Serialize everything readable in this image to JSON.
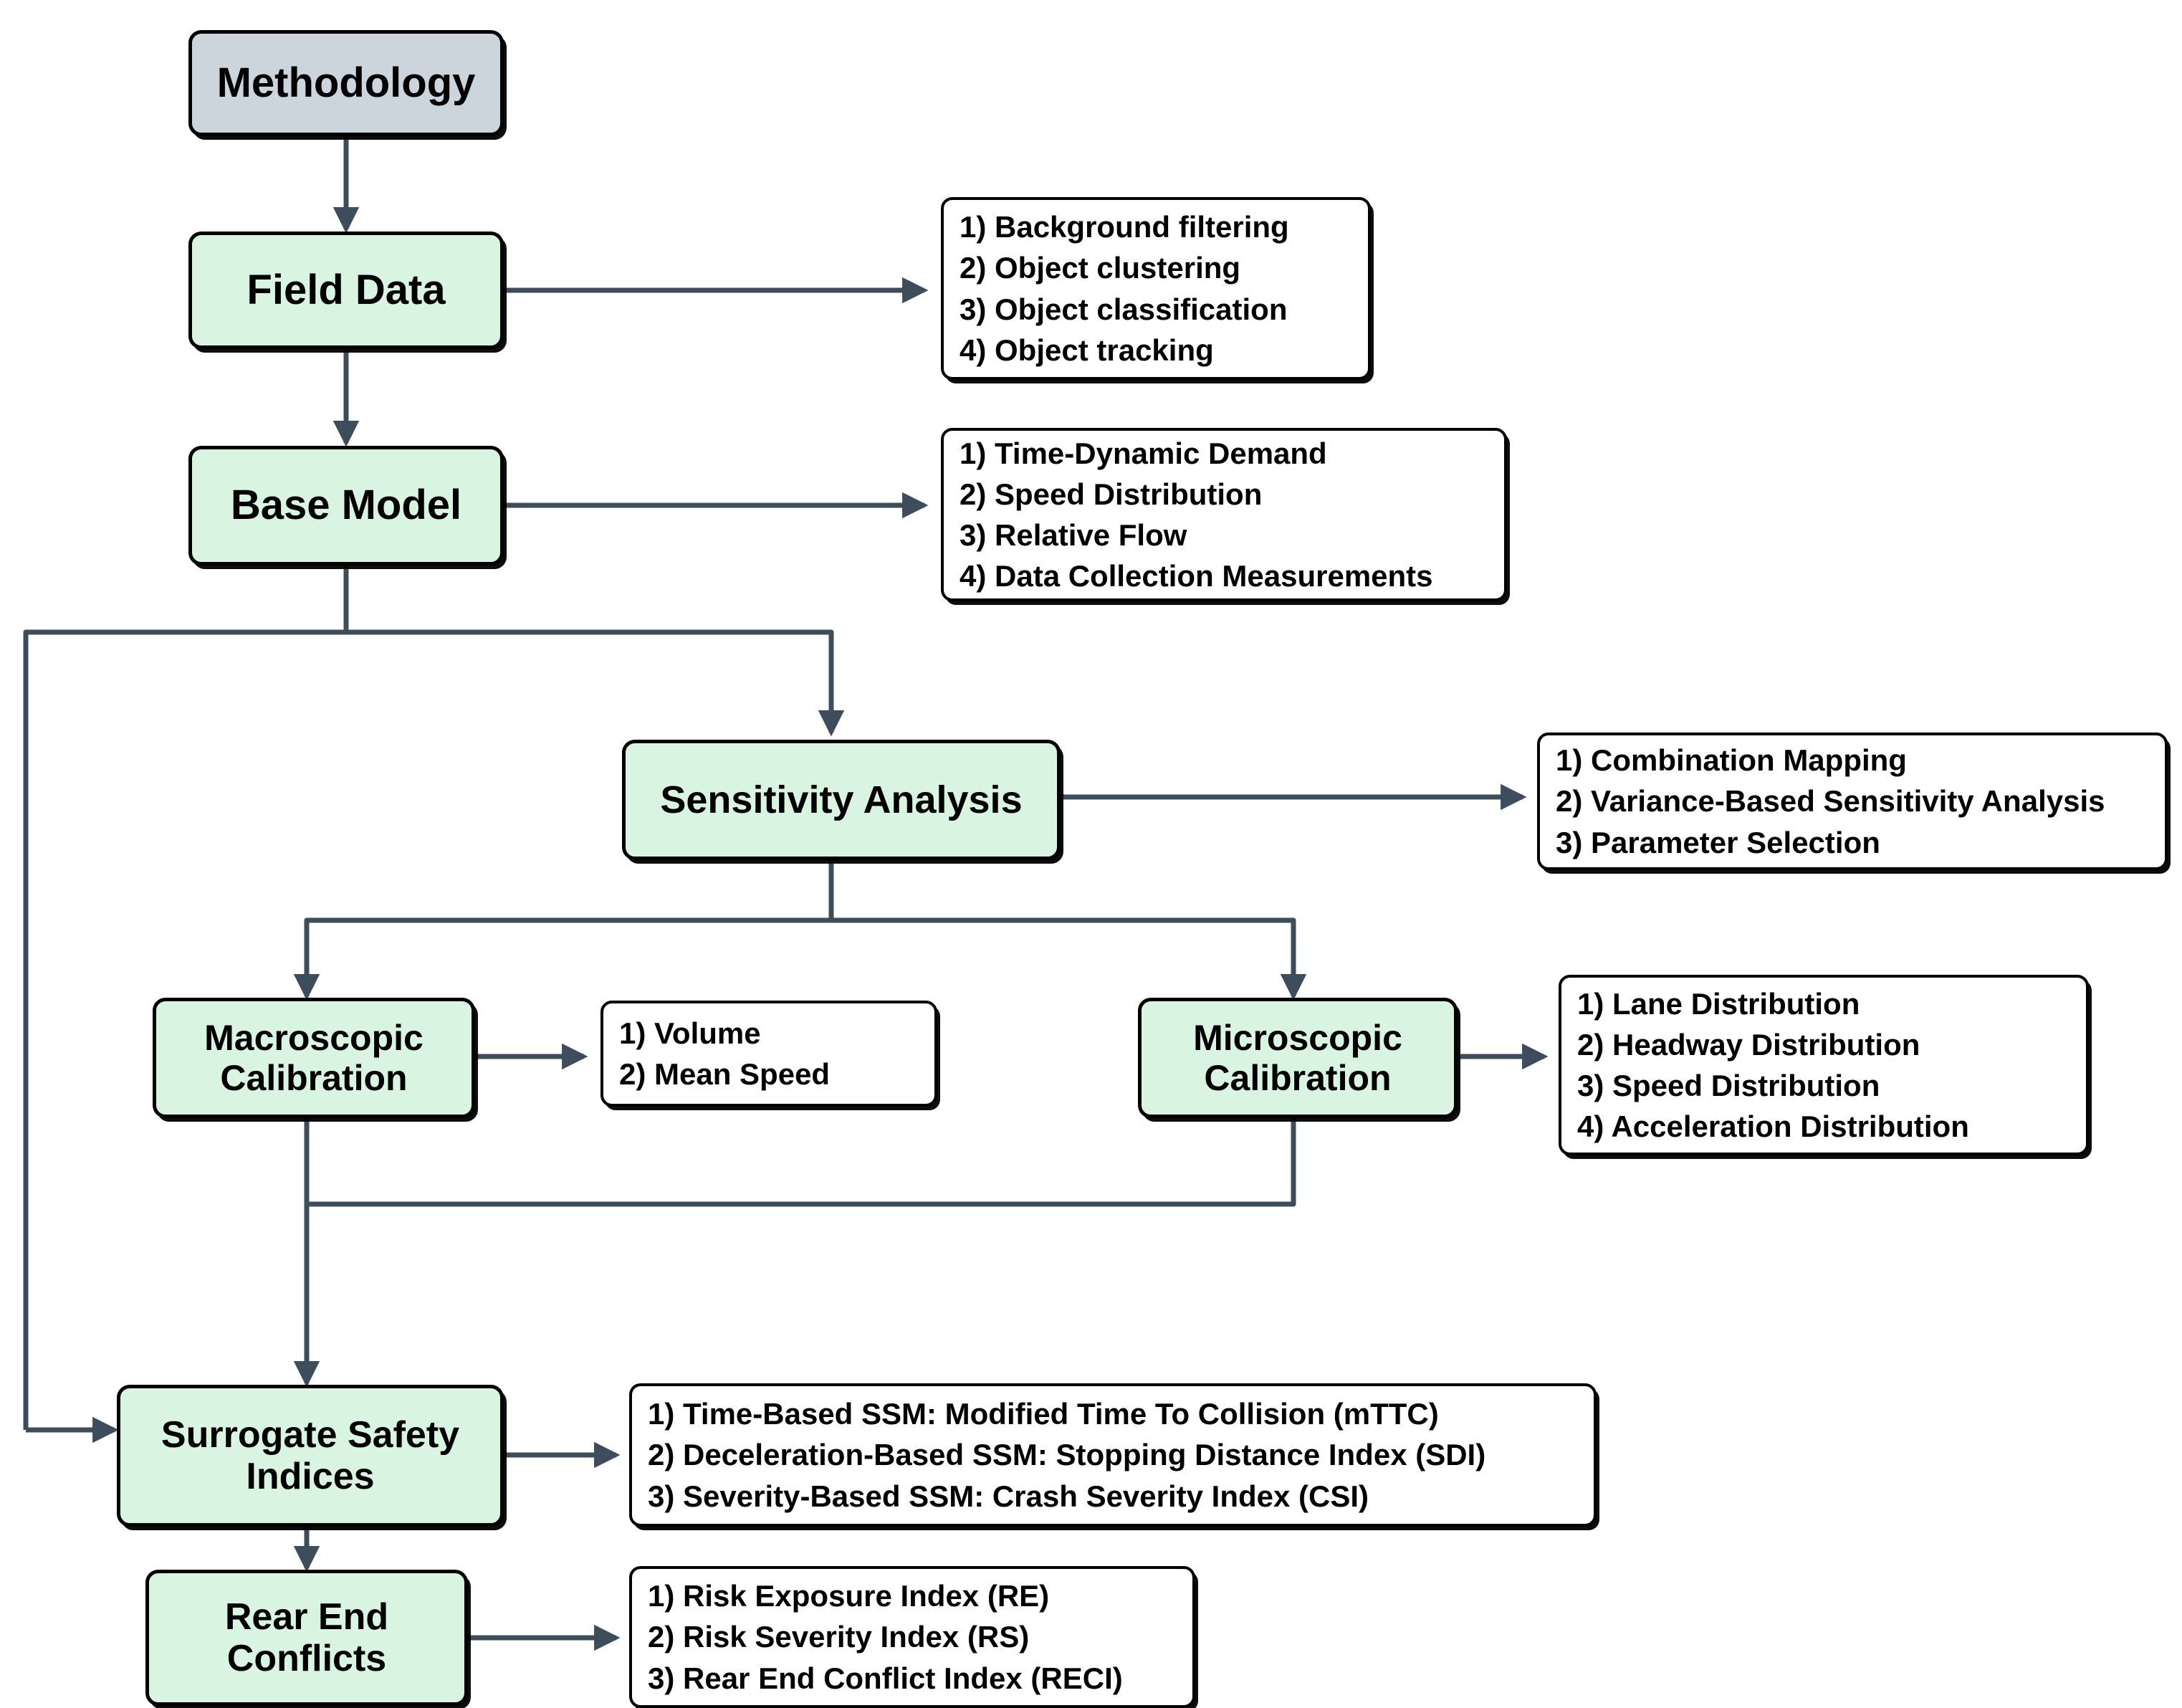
{
  "diagram": {
    "title": "Methodology",
    "colors": {
      "root_fill": "#ccd4dc",
      "process_fill": "#d9f5e1",
      "annotation_fill": "#ffffff",
      "connector": "#3d4d5c",
      "border": "#000000"
    },
    "nodes": [
      {
        "id": "methodology",
        "label": "Methodology"
      },
      {
        "id": "field_data",
        "label": "Field Data"
      },
      {
        "id": "base_model",
        "label": "Base Model"
      },
      {
        "id": "sensitivity",
        "label": "Sensitivity Analysis"
      },
      {
        "id": "macro_calib",
        "label": "Macroscopic\nCalibration"
      },
      {
        "id": "micro_calib",
        "label": "Microscopic\nCalibration"
      },
      {
        "id": "ssi",
        "label": "Surrogate Safety\nIndices"
      },
      {
        "id": "rear_end",
        "label": "Rear End\nConflicts"
      }
    ],
    "annotations": [
      {
        "id": "field_data_items",
        "for": "field_data",
        "items": [
          "1) Background filtering",
          "2) Object clustering",
          "3) Object classification",
          "4) Object tracking"
        ]
      },
      {
        "id": "base_model_items",
        "for": "base_model",
        "items": [
          "1) Time-Dynamic Demand",
          "2) Speed Distribution",
          "3) Relative Flow",
          "4) Data Collection Measurements"
        ]
      },
      {
        "id": "sensitivity_items",
        "for": "sensitivity",
        "items": [
          "1) Combination Mapping",
          "2) Variance-Based Sensitivity Analysis",
          "3) Parameter Selection"
        ]
      },
      {
        "id": "macro_items",
        "for": "macro_calib",
        "items": [
          "1) Volume",
          "2) Mean Speed"
        ]
      },
      {
        "id": "micro_items",
        "for": "micro_calib",
        "items": [
          "1) Lane Distribution",
          "2) Headway Distribution",
          "3) Speed Distribution",
          "4) Acceleration Distribution"
        ]
      },
      {
        "id": "ssi_items",
        "for": "ssi",
        "items": [
          "1) Time-Based SSM: Modified Time To Collision (mTTC)",
          "2) Deceleration-Based SSM: Stopping Distance Index (SDI)",
          "3) Severity-Based SSM: Crash Severity Index (CSI)"
        ]
      },
      {
        "id": "rear_end_items",
        "for": "rear_end",
        "items": [
          "1) Risk Exposure Index (RE)",
          "2) Risk Severity Index (RS)",
          "3) Rear End Conflict Index (RECI)"
        ]
      }
    ],
    "edges": [
      {
        "from": "methodology",
        "to": "field_data"
      },
      {
        "from": "field_data",
        "to": "field_data_items"
      },
      {
        "from": "field_data",
        "to": "base_model"
      },
      {
        "from": "base_model",
        "to": "base_model_items"
      },
      {
        "from": "base_model",
        "to": "sensitivity"
      },
      {
        "from": "base_model",
        "to": "ssi"
      },
      {
        "from": "sensitivity",
        "to": "sensitivity_items"
      },
      {
        "from": "sensitivity",
        "to": "macro_calib"
      },
      {
        "from": "sensitivity",
        "to": "micro_calib"
      },
      {
        "from": "macro_calib",
        "to": "macro_items"
      },
      {
        "from": "micro_calib",
        "to": "micro_items"
      },
      {
        "from": "macro_calib",
        "to": "ssi"
      },
      {
        "from": "micro_calib",
        "to": "ssi"
      },
      {
        "from": "ssi",
        "to": "ssi_items"
      },
      {
        "from": "ssi",
        "to": "rear_end"
      },
      {
        "from": "rear_end",
        "to": "rear_end_items"
      }
    ]
  }
}
